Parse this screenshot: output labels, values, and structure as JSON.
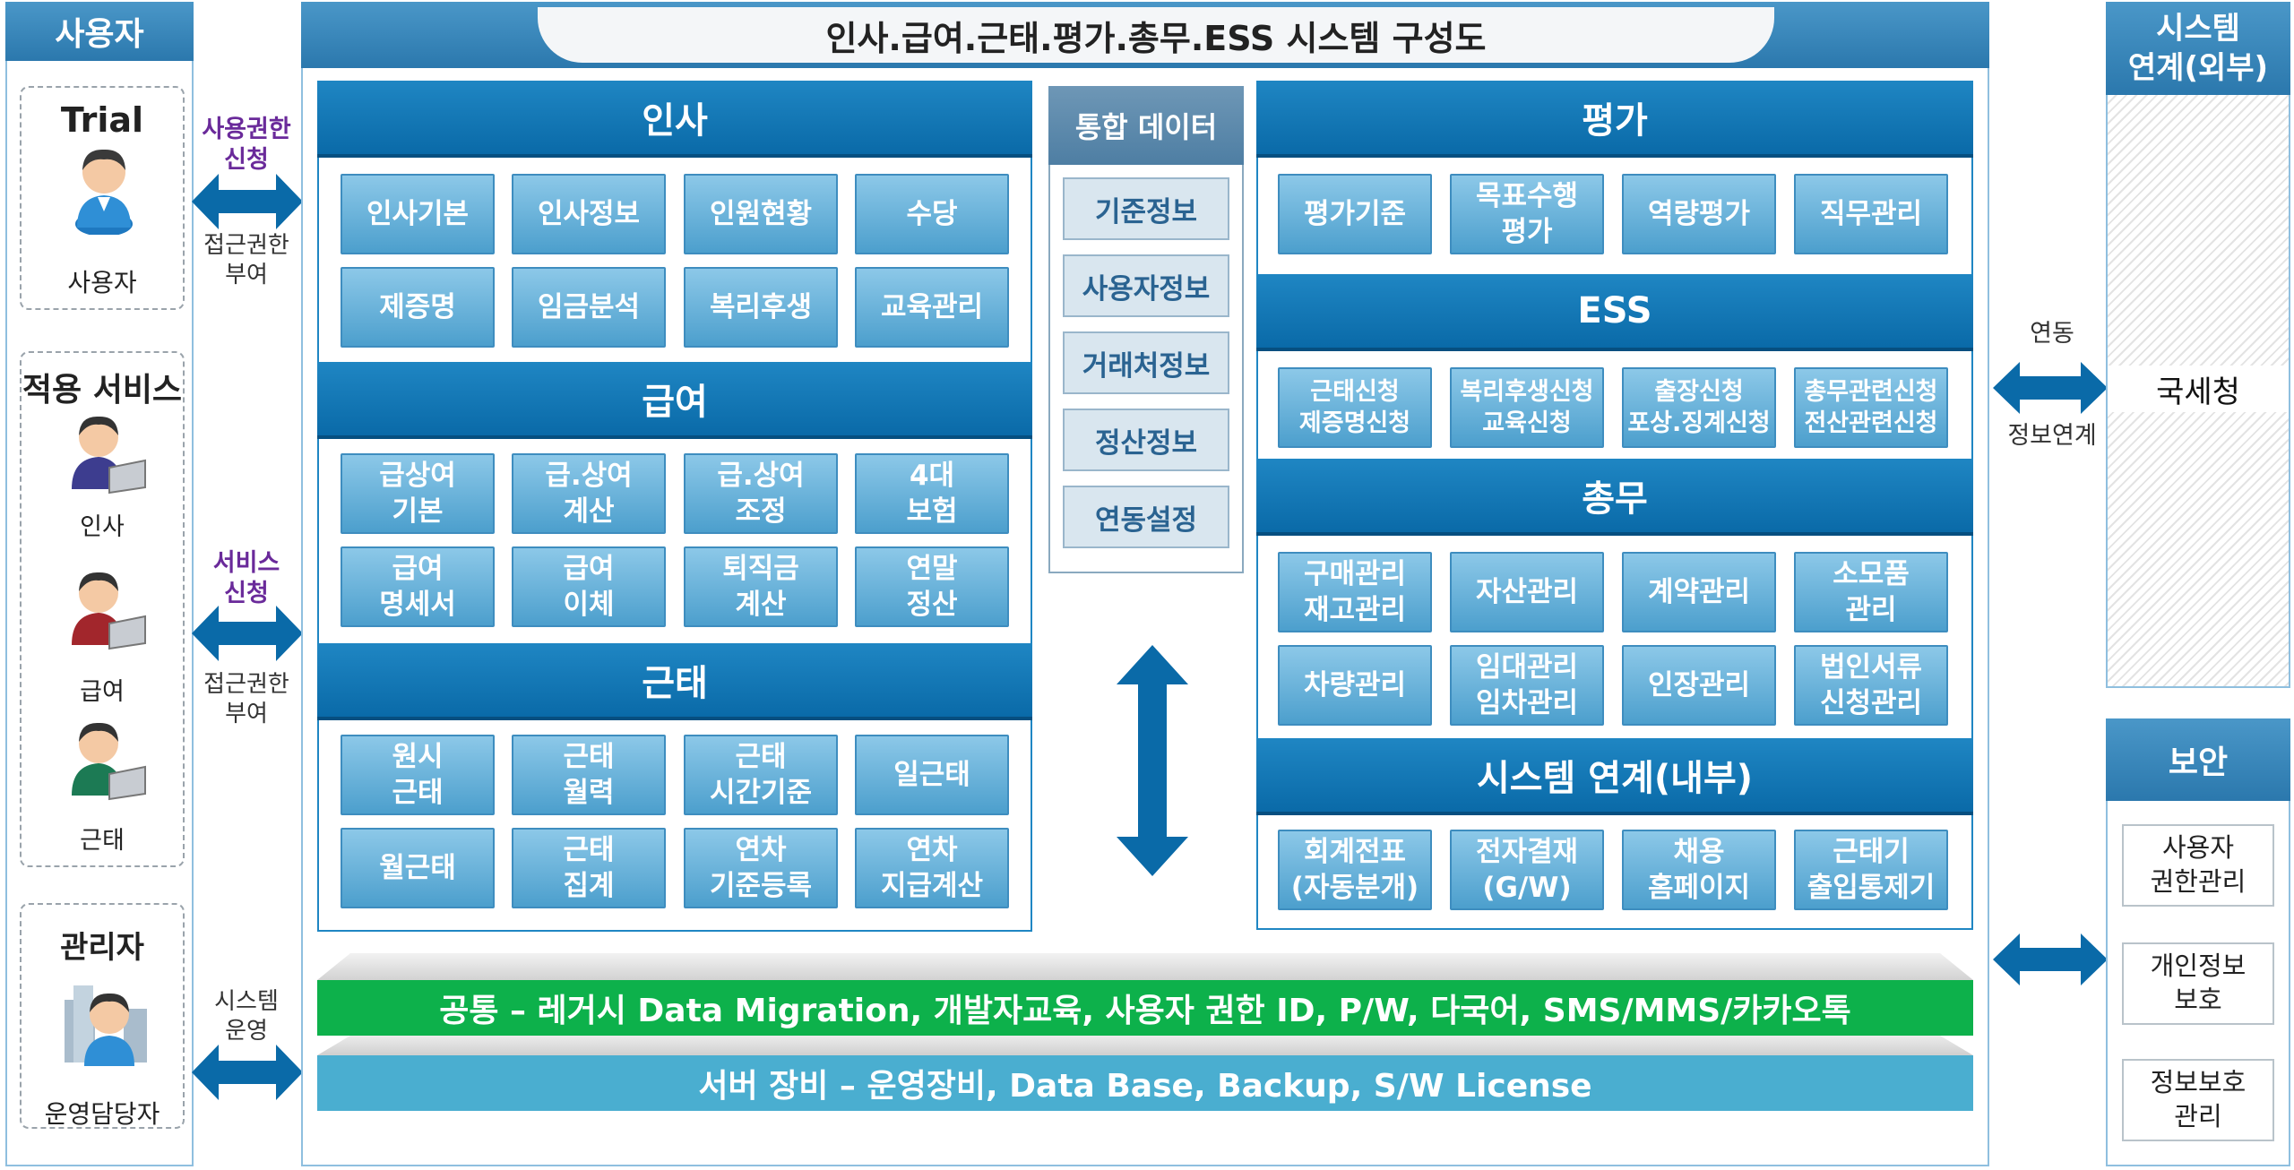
{
  "title": "인사.급여.근태.평가.총무.ESS 시스템 구성도",
  "users": {
    "header": "사용자",
    "trial": {
      "title": "Trial",
      "label": "사용자"
    },
    "services": {
      "title": "적용 서비스",
      "items": [
        "인사",
        "급여",
        "근태"
      ]
    },
    "admin": {
      "title": "관리자",
      "label": "운영담당자"
    }
  },
  "links": {
    "l1_top": "사용권한\n신청",
    "l1_bottom": "접근권한\n부여",
    "l2_top": "서비스\n신청",
    "l2_bottom": "접근권한\n부여",
    "l3_top": "시스템\n운영",
    "r1_top": "연동",
    "r1_bottom": "정보연계"
  },
  "insa": {
    "title": "인사",
    "items": [
      "인사기본",
      "인사정보",
      "인원현황",
      "수당",
      "제증명",
      "임금분석",
      "복리후생",
      "교육관리"
    ]
  },
  "pay": {
    "title": "급여",
    "items": [
      "급상여\n기본",
      "급.상여\n계산",
      "급.상여\n조정",
      "4대\n보험",
      "급여\n명세서",
      "급여\n이체",
      "퇴직금\n계산",
      "연말\n정산"
    ]
  },
  "attend": {
    "title": "근태",
    "items": [
      "원시\n근태",
      "근태\n월력",
      "근태\n시간기준",
      "일근태",
      "월근태",
      "근태\n집계",
      "연차\n기준등록",
      "연차\n지급계산"
    ]
  },
  "integrated": {
    "title": "통합 데이터",
    "items": [
      "기준정보",
      "사용자정보",
      "거래처정보",
      "정산정보",
      "연동설정"
    ]
  },
  "eval": {
    "title": "평가",
    "items": [
      "평가기준",
      "목표수행\n평가",
      "역량평가",
      "직무관리"
    ]
  },
  "ess": {
    "title": "ESS",
    "items": [
      "근태신청\n제증명신청",
      "복리후생신청\n교육신청",
      "출장신청\n포상.징계신청",
      "총무관련신청\n전산관련신청"
    ]
  },
  "gen": {
    "title": "총무",
    "items": [
      "구매관리\n재고관리",
      "자산관리",
      "계약관리",
      "소모품\n관리",
      "차량관리",
      "임대관리\n임차관리",
      "인장관리",
      "법인서류\n신청관리"
    ]
  },
  "intlink": {
    "title": "시스템 연계(내부)",
    "items": [
      "회계전표\n(자동분개)",
      "전자결재\n(G/W)",
      "채용\n홈페이지",
      "근태기\n출입통제기"
    ]
  },
  "common": "공통 – 레거시 Data Migration, 개발자교육, 사용자 권한 ID, P/W, 다국어, SMS/MMS/카카오톡",
  "server": "서버 장비 – 운영장비, Data Base, Backup, S/W License",
  "external": {
    "header": "시스템\n연계(외부)",
    "item": "국세청"
  },
  "security": {
    "header": "보안",
    "items": [
      "사용자\n권한관리",
      "개인정보\n보호",
      "정보보호\n관리"
    ]
  },
  "colors": {
    "section": "#0a6aa8",
    "box": "#5aa8d4",
    "common": "#0db14b",
    "server": "#4aaed0",
    "arrow": "#0a6aa8"
  }
}
